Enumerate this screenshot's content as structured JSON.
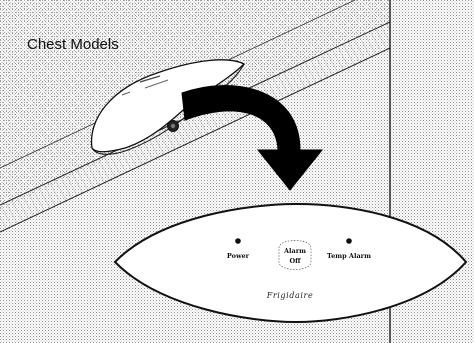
{
  "figure": {
    "title": "Chest Models"
  },
  "control_panel": {
    "labels": {
      "power": "Power",
      "alarm_off_line1": "Alarm",
      "alarm_off_line2": "Off",
      "temp_alarm": "Temp Alarm"
    },
    "brand": "Frigidaire"
  },
  "colors": {
    "background": "#ffffff",
    "stipple": "#9a9a9a",
    "line": "#111111",
    "arrow": "#000000"
  },
  "icons": {
    "arrow": "curved-arrow-icon",
    "indicator": "indicator-light-icon",
    "button": "alarm-off-button-icon"
  }
}
